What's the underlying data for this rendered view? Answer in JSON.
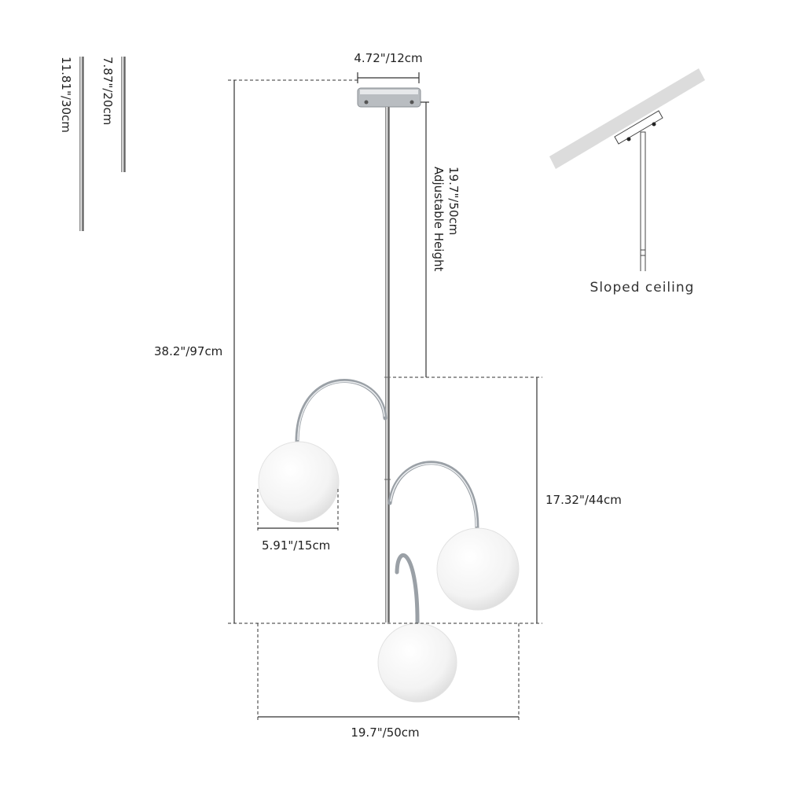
{
  "rods": {
    "long_label": "11.81\"/30cm",
    "short_label": "7.87\"/20cm"
  },
  "dimensions": {
    "canopy_width": "4.72\"/12cm",
    "adjustable_height": "19.7\"/50cm",
    "adjustable_height_caption": "Adjustable Height",
    "total_height": "38.2\"/97cm",
    "fixture_height": "17.32\"/44cm",
    "globe_diameter": "5.91\"/15cm",
    "total_width": "19.7\"/50cm"
  },
  "sloped_ceiling": {
    "label": "Sloped ceiling"
  }
}
